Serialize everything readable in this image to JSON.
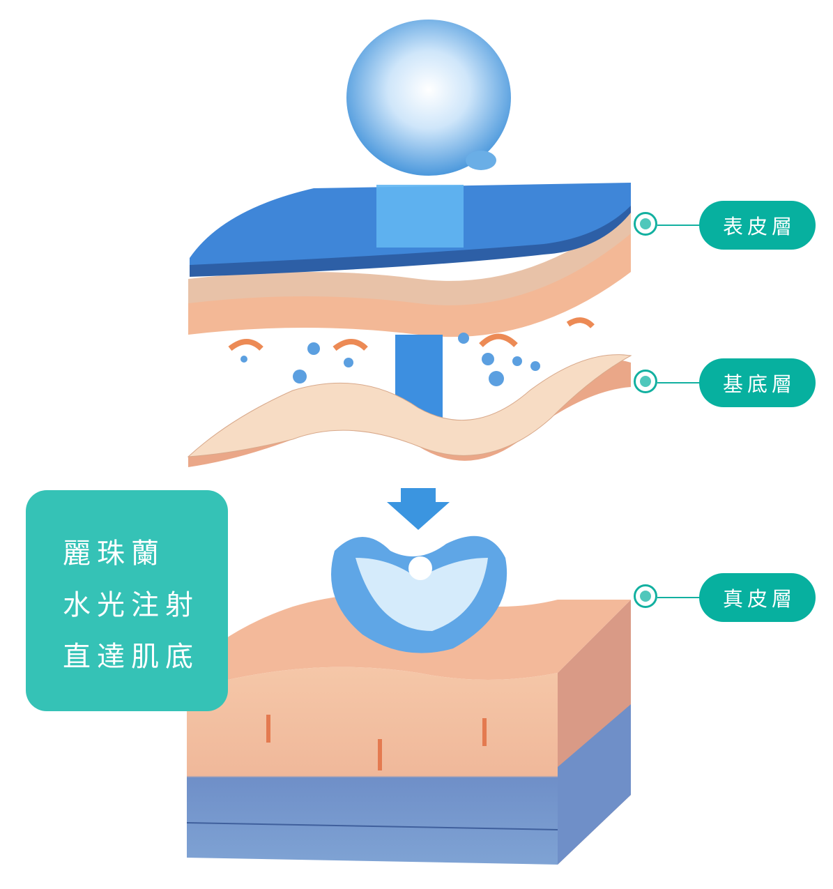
{
  "labels": {
    "epidermis": "表皮層",
    "basal": "基底層",
    "dermis": "真皮層"
  },
  "headline": {
    "line1": "麗珠蘭",
    "line2": "水光注射",
    "line3": "直達肌底"
  },
  "colors": {
    "accent": "#07b09f",
    "box": "#35c2b6",
    "water": "#4a9de0",
    "skin": "#f2b99a"
  }
}
